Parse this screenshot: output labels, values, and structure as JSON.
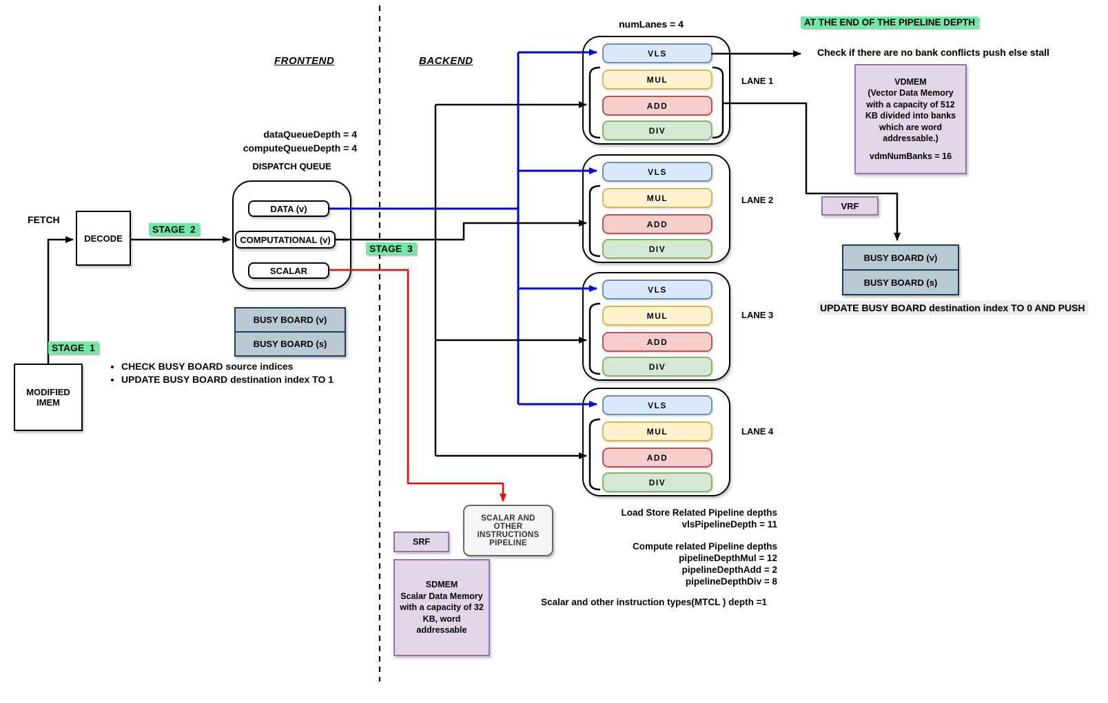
{
  "diagram": {
    "frontend_label": "FRONTEND",
    "backend_label": "BACKEND",
    "fetch_label": "FETCH",
    "decode_label": "DECODE",
    "imem_label": "MODIFIED IMEM",
    "stages": {
      "s1": "STAGE  1",
      "s2": "STAGE  2",
      "s3": "STAGE  3"
    },
    "queue": {
      "depth_line1": "dataQueueDepth = 4",
      "depth_line2": "computeQueueDepth = 4",
      "title": "DISPATCH QUEUE",
      "items": [
        "DATA (v)",
        "COMPUTATIONAL (v)",
        "SCALAR"
      ]
    },
    "busy_board": {
      "v": "BUSY BOARD (v)",
      "s": "BUSY BOARD (s)"
    },
    "frontend_bullets": [
      "CHECK BUSY BOARD source indices",
      "UPDATE BUSY BOARD destination index TO 1"
    ],
    "lanes": {
      "num_label": "numLanes = 4",
      "names": [
        "LANE 1",
        "LANE 2",
        "LANE 3",
        "LANE 4"
      ],
      "units": [
        "VLS",
        "MUL",
        "ADD",
        "DIV"
      ]
    },
    "top_right": {
      "banner": "AT THE END OF THE PIPELINE DEPTH",
      "check_text": "Check if there are no bank conflicts push else stall"
    },
    "vdmem": {
      "title": "VDMEM",
      "body": "(Vector Data Memory with a capacity of 512 KB divided into banks which are word addressable.)",
      "banks": "vdmNumBanks = 16"
    },
    "vrf_label": "VRF",
    "update_push": "UPDATE BUSY BOARD destination index TO 0 AND PUSH",
    "srf_label": "SRF",
    "sdmem": {
      "title": "SDMEM",
      "body": "Scalar Data Memory with a capacity of 32 KB, word addressable"
    },
    "scalar_pipeline": "SCALAR AND OTHER INSTRUCTIONS PIPELINE",
    "depths": {
      "ls_title": "Load Store Related Pipeline depths",
      "ls_vls": "vlsPipelineDepth = 11",
      "compute_title": "Compute related Pipeline depths",
      "mul": "pipelineDepthMul = 12",
      "add": "pipelineDepthAdd = 2",
      "div": "pipelineDepthDiv = 8",
      "scalar": "Scalar and other instruction types(MTCL ) depth =1"
    },
    "colors": {
      "highlight_green": "#70E9A5",
      "wire_blue": "#0000EE",
      "wire_red": "#FF0000",
      "wire_black": "#000000",
      "vls_fill": "#DAE8FC",
      "mul_fill": "#FFF2CC",
      "add_fill": "#F8CECC",
      "div_fill": "#D5E8D4",
      "memory_purple": "#E1D5E7",
      "busy_board_fill": "#B8C9D4"
    }
  }
}
